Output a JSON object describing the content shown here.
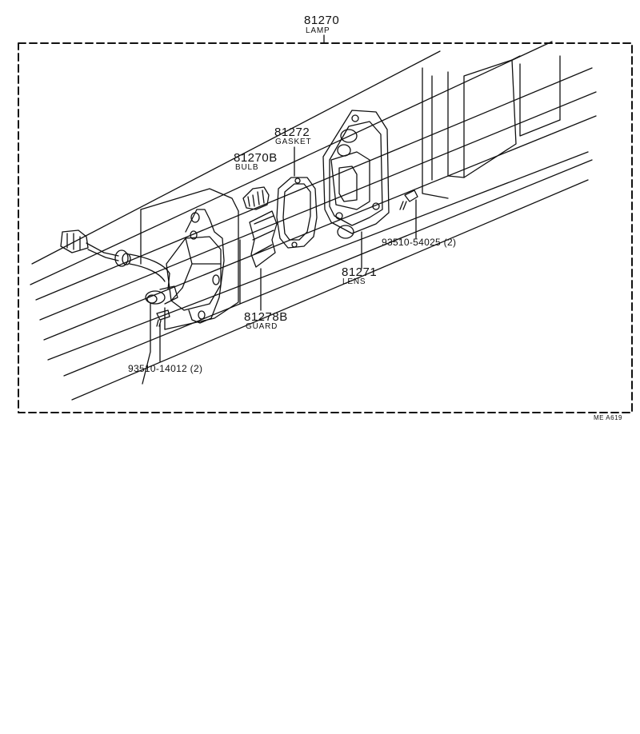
{
  "diagram": {
    "lamp": {
      "number": "81270",
      "name": "LAMP"
    },
    "gasket": {
      "number": "81272",
      "name": "GASKET"
    },
    "bulb": {
      "number": "81270B",
      "name": "BULB"
    },
    "lens": {
      "number": "81271",
      "name": "LENS"
    },
    "guard": {
      "number": "81278B",
      "name": "GUARD"
    },
    "screw_upper": {
      "part": "93510-54025 (2)"
    },
    "screw_lower": {
      "part": "93510-14012 (2)"
    },
    "drawing_code": "ME  A619"
  }
}
